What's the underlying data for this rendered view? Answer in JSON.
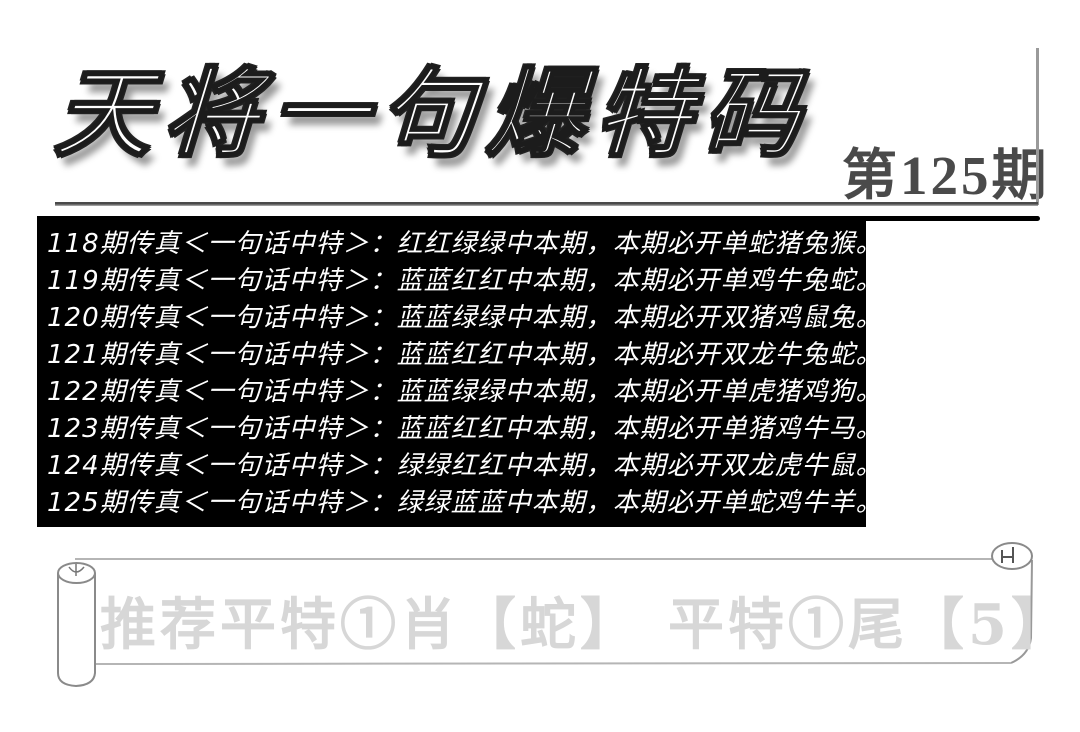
{
  "header": {
    "title": "天将一句爆特码",
    "issue": "第125期"
  },
  "predictions": [
    "118期传真＜一句话中特＞：红红绿绿中本期，本期必开单蛇猪兔猴。",
    "119期传真＜一句话中特＞：蓝蓝红红中本期，本期必开单鸡牛兔蛇。",
    "120期传真＜一句话中特＞：蓝蓝绿绿中本期，本期必开双猪鸡鼠兔。",
    "121期传真＜一句话中特＞：蓝蓝红红中本期，本期必开双龙牛兔蛇。",
    "122期传真＜一句话中特＞：蓝蓝绿绿中本期，本期必开单虎猪鸡狗。",
    "123期传真＜一句话中特＞：蓝蓝红红中本期，本期必开单猪鸡牛马。",
    "124期传真＜一句话中特＞：绿绿红红中本期，本期必开双龙虎牛鼠。",
    "125期传真＜一句话中特＞：绿绿蓝蓝中本期，本期必开单蛇鸡牛羊。"
  ],
  "banner": {
    "left_text": "推荐平特①肖【蛇】",
    "right_text": "平特①尾【5】"
  },
  "colors": {
    "background": "#ffffff",
    "panel_background": "#000000",
    "panel_text": "#ffffff",
    "issue_text": "#4a4a4a",
    "banner_text": "#d7d7d7",
    "rule_gray": "#9a9a9a",
    "divider_black": "#000000"
  }
}
